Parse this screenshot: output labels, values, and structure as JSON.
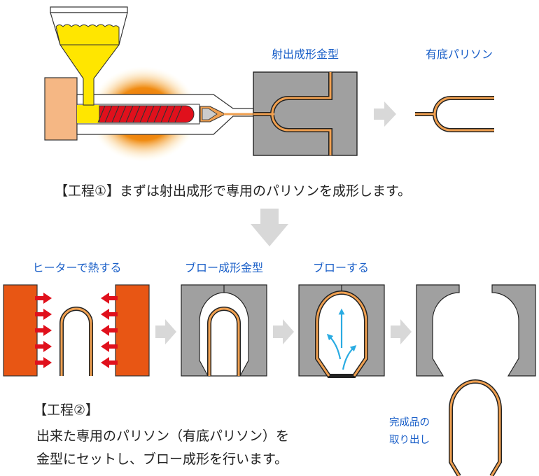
{
  "step1": {
    "labels": {
      "injection_mold": "射出成形金型",
      "bottomed_parison": "有底パリソン"
    },
    "caption": "【工程①】まずは射出成形で専用のパリソンを成形します。"
  },
  "step2": {
    "labels": {
      "heat": "ヒーターで熱する",
      "blow_mold": "ブロー成形金型",
      "blow": "ブローする",
      "remove_line1": "完成品の",
      "remove_line2": "取り出し"
    },
    "title": "【工程②】",
    "caption_line1": "出来た専用のパリソン（有底パリソン）を",
    "caption_line2": "金型にセットし、ブロー成形を行います。"
  },
  "colors": {
    "label_blue": "#1a5fc8",
    "mold_gray": "#a0a0a0",
    "heater_orange": "#e85614",
    "parison_orange": "#f0a050",
    "resin_yellow": "#ffe600",
    "screw_red": "#e0101c",
    "arrow_gray": "#d8d8d8",
    "air_blue": "#29abe2"
  }
}
